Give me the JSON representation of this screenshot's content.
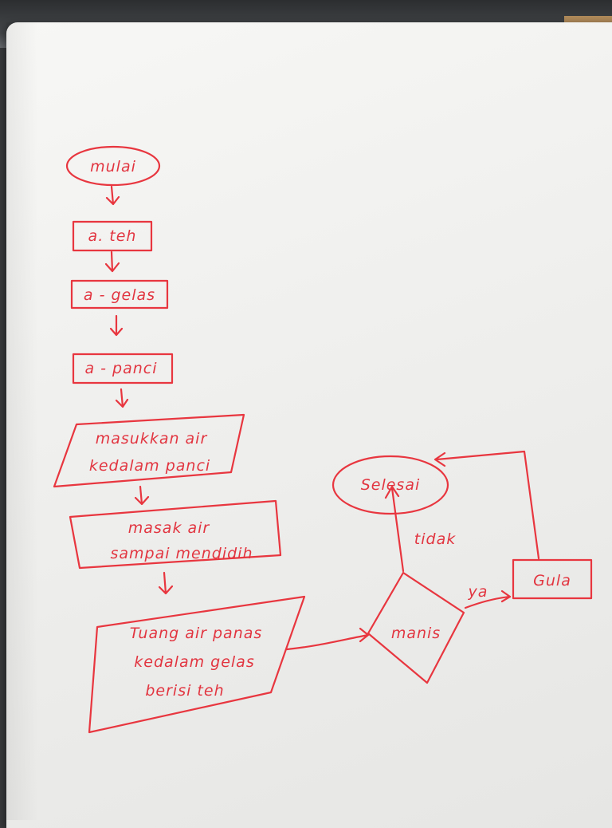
{
  "flowchart": {
    "start": "mulai",
    "steps": [
      "a. teh",
      "a - gelas",
      "a - panci"
    ],
    "input_step": [
      "masukkan air",
      "kedalam panci"
    ],
    "process_step": [
      "masak air",
      "sampai mendidih"
    ],
    "output_step": [
      "Tuang air panas",
      "kedalam gelas",
      "berisi teh"
    ],
    "decision": "manis",
    "branch_yes_label": "ya",
    "branch_no_label": "tidak",
    "yes_action": "Gula",
    "end": "Selesai"
  },
  "colors": {
    "ink": "#e8363f",
    "paper": "#f2f2f0"
  }
}
